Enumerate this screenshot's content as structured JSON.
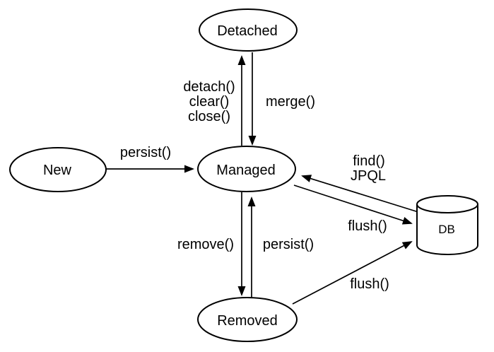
{
  "diagram": {
    "background_color": "#ffffff",
    "line_color": "#000000"
  },
  "nodes": {
    "detached": {
      "label": "Detached"
    },
    "new_state": {
      "label": "New"
    },
    "managed": {
      "label": "Managed"
    },
    "removed": {
      "label": "Removed"
    },
    "db": {
      "label": "DB"
    }
  },
  "edges": {
    "persist_from_new": {
      "label": "persist()"
    },
    "detach_from_managed": {
      "lines": [
        "detach()",
        "clear()",
        "close()"
      ]
    },
    "merge_to_managed": {
      "label": "merge()"
    },
    "find_to_managed": {
      "lines": [
        "find()",
        "JPQL"
      ]
    },
    "flush_from_managed": {
      "label": "flush()"
    },
    "remove_from_managed": {
      "label": "remove()"
    },
    "persist_from_removed": {
      "label": "persist()"
    },
    "flush_from_removed": {
      "label": "flush()"
    }
  }
}
